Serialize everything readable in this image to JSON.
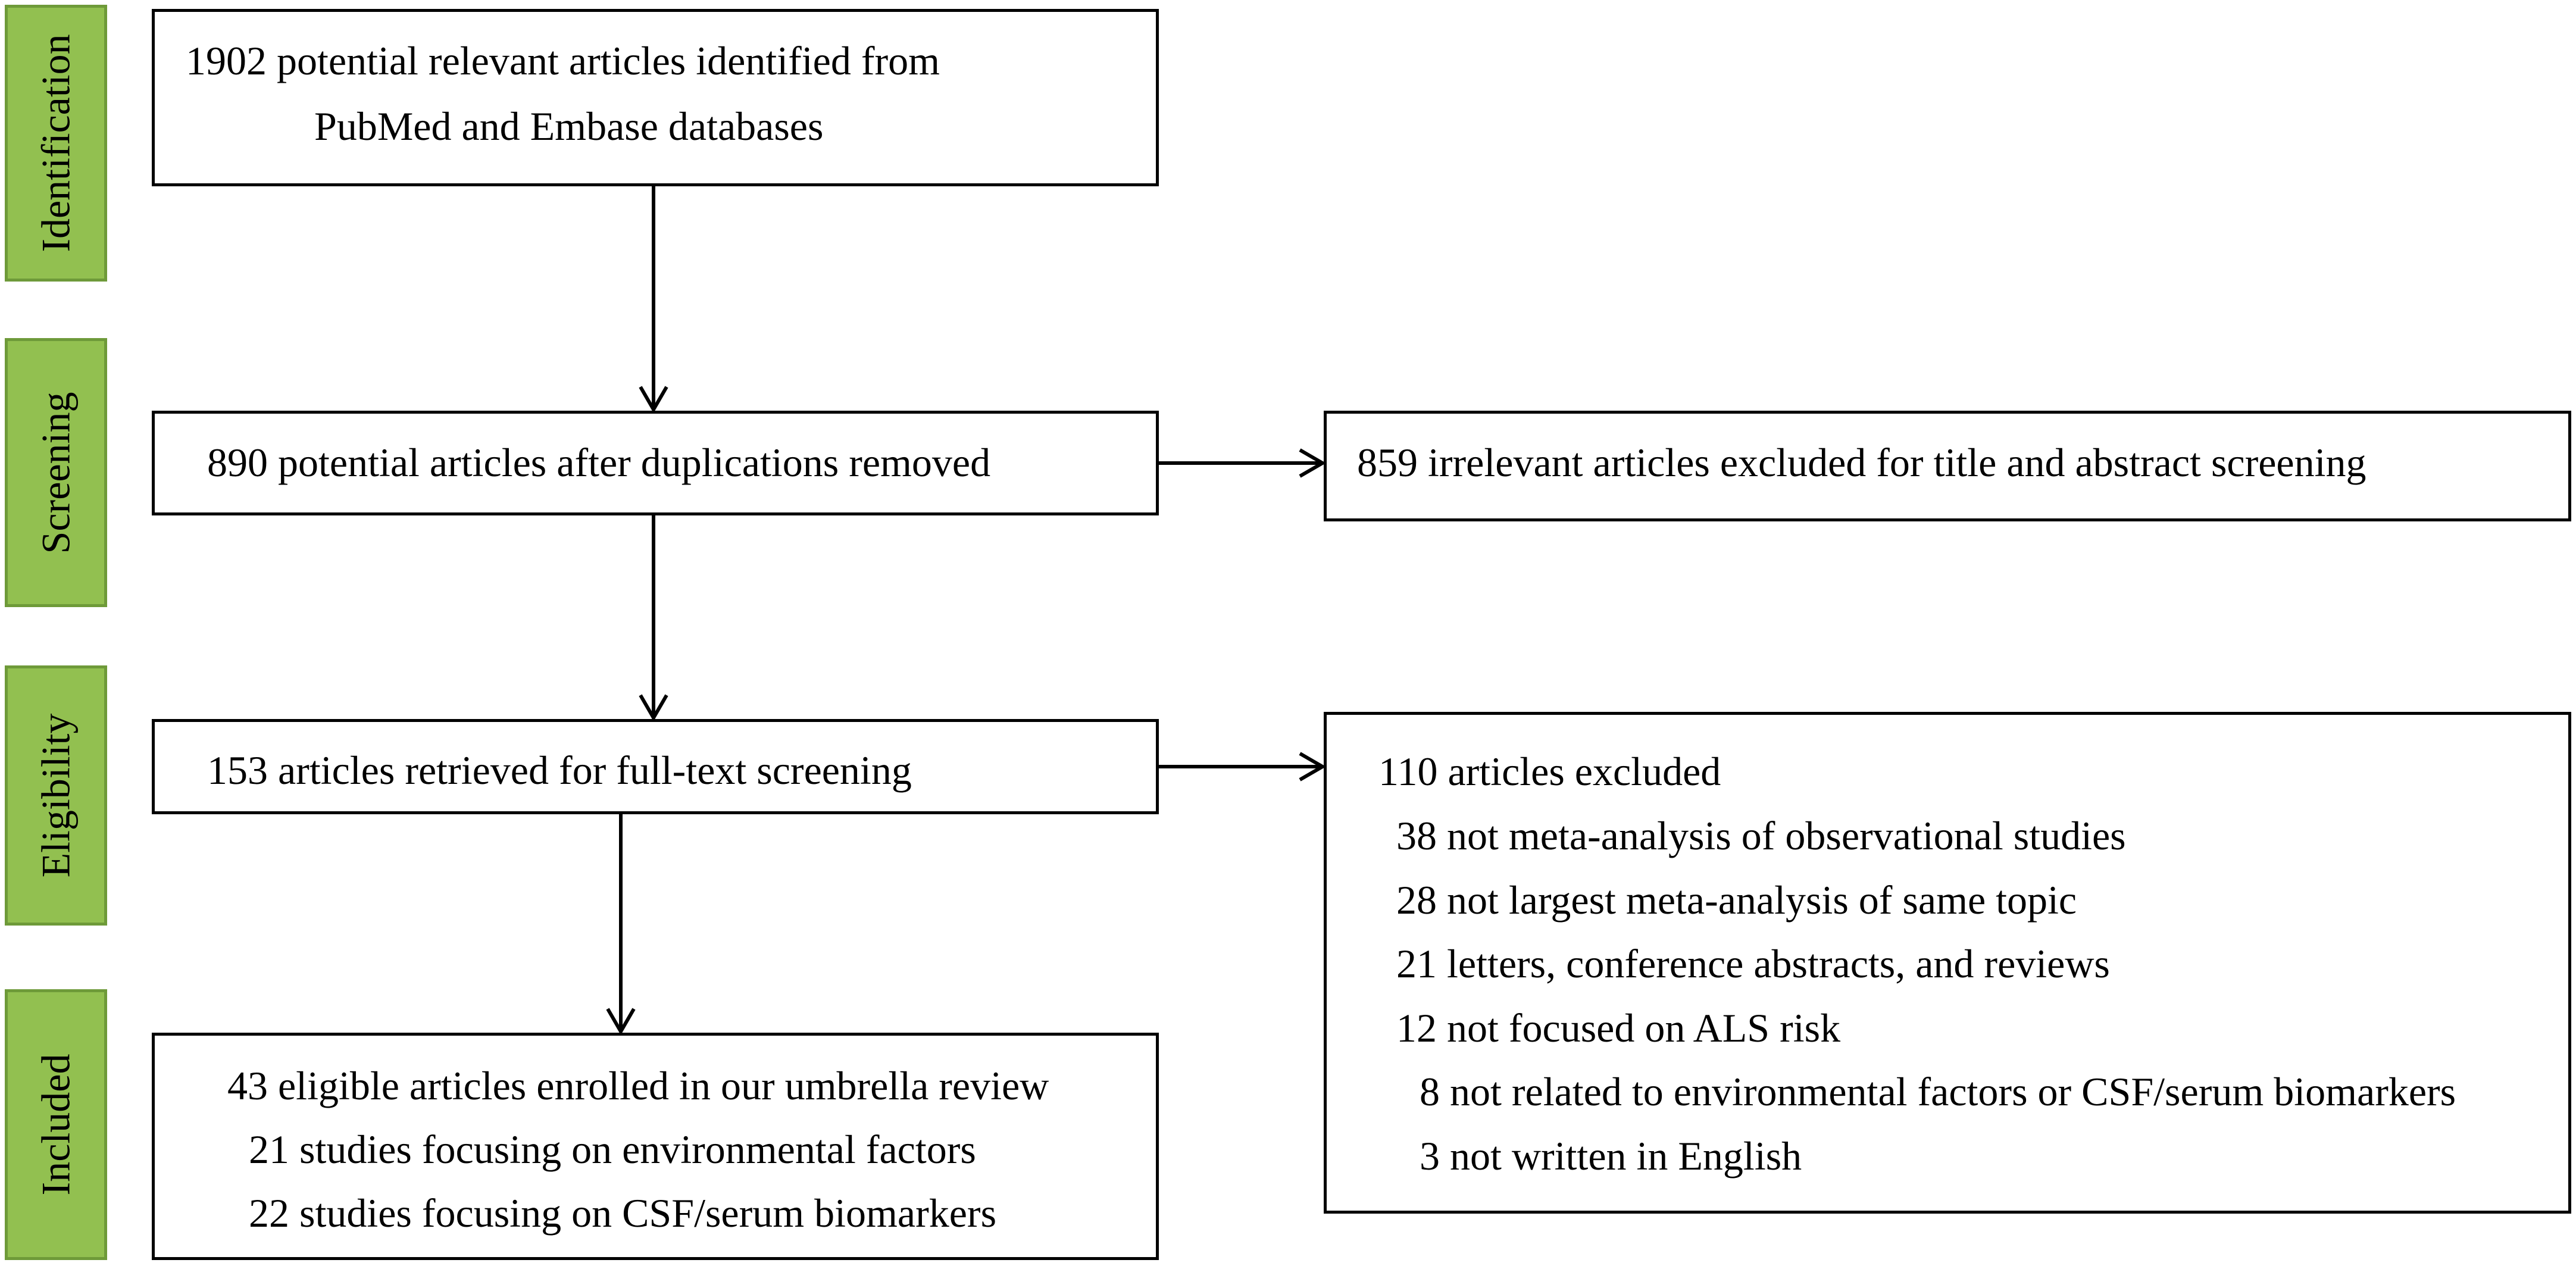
{
  "phases": {
    "identification": "Identification",
    "screening": "Screening",
    "eligibility": "Eligibility",
    "included": "Included"
  },
  "boxes": {
    "identification": {
      "lines": [
        "1902 potential relevant articles identified from",
        "PubMed and Embase databases"
      ]
    },
    "screening": {
      "text": "890 potential articles after duplications removed"
    },
    "screening_excluded": {
      "text": "859 irrelevant articles excluded for title and abstract screening"
    },
    "eligibility": {
      "text": "153 articles retrieved for full-text screening"
    },
    "eligibility_excluded": {
      "title": "110 articles excluded",
      "reasons": [
        "38 not meta-analysis of observational studies",
        "28 not largest meta-analysis of same topic",
        "21 letters, conference abstracts, and reviews",
        "12 not focused on ALS risk",
        "8 not related to environmental factors or CSF/serum biomarkers",
        "3 not written in English"
      ]
    },
    "included": {
      "title": "43 eligible articles enrolled in our umbrella review",
      "items": [
        "21 studies focusing on environmental factors",
        "22 studies focusing on CSF/serum biomarkers"
      ]
    }
  }
}
